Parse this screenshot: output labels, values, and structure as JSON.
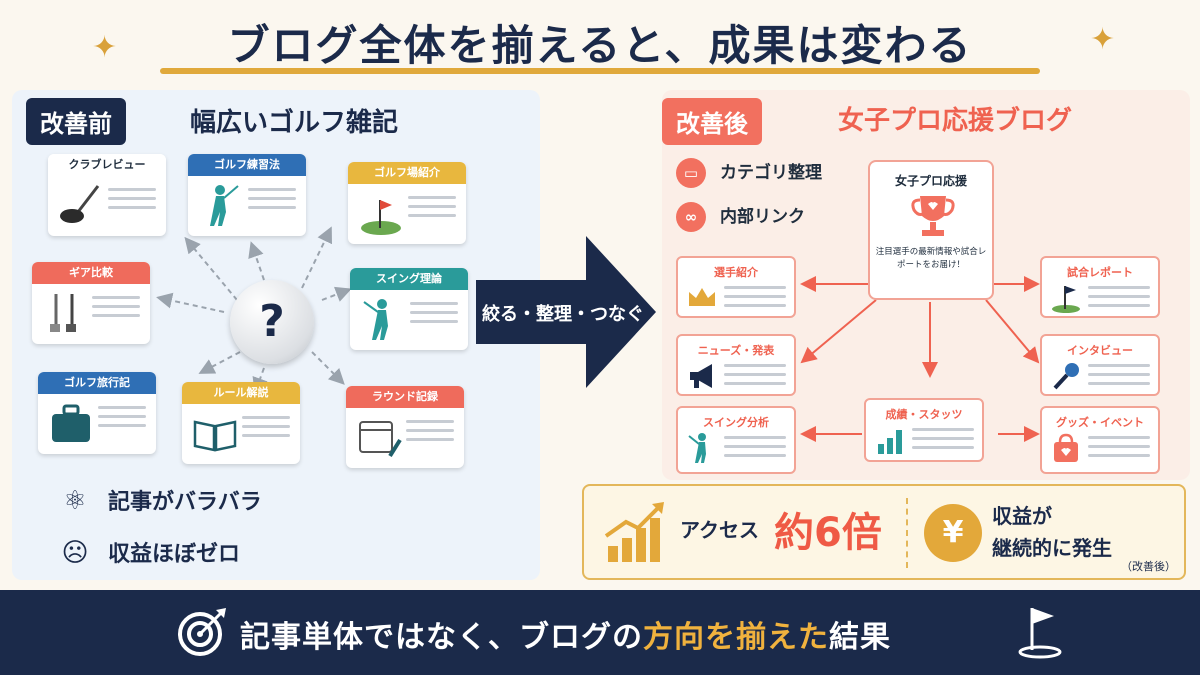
{
  "title": "ブログ全体を揃えると、成果は変わる",
  "before": {
    "badge": "改善前",
    "heading": "幅広いゴルフ雑記",
    "center_mark": "?",
    "cards": [
      {
        "label": "クラブレビュー",
        "color": "#ffffff",
        "icon": "golf-driver-icon"
      },
      {
        "label": "ゴルフ練習法",
        "color": "#2f6fb5",
        "icon": "golfer-swing-icon"
      },
      {
        "label": "ゴルフ場紹介",
        "color": "#e8b73e",
        "icon": "golf-course-flag-icon"
      },
      {
        "label": "ギア比較",
        "color": "#ef6b5c",
        "icon": "golf-irons-icon"
      },
      {
        "label": "スイング理論",
        "color": "#2a9b9a",
        "icon": "golfer-swing-icon"
      },
      {
        "label": "ゴルフ旅行記",
        "color": "#2f6fb5",
        "icon": "suitcase-icon"
      },
      {
        "label": "ルール解説",
        "color": "#e8b73e",
        "icon": "open-book-icon"
      },
      {
        "label": "ラウンド記録",
        "color": "#ef6b5c",
        "icon": "calendar-pencil-icon"
      }
    ],
    "status": [
      {
        "icon": "atom-scatter-icon",
        "text": "記事がバラバラ"
      },
      {
        "icon": "sad-face-icon",
        "text": "収益ほぼゼロ"
      }
    ]
  },
  "arrow_label": "絞る・整理・つなぐ",
  "after": {
    "badge": "改善後",
    "heading": "女子プロ応援ブログ",
    "legend": [
      {
        "icon": "folder-icon",
        "text": "カテゴリ整理"
      },
      {
        "icon": "link-icon",
        "text": "内部リンク"
      }
    ],
    "hub": {
      "title": "女子プロ応援",
      "description": "注目選手の最新情報や試合レポートをお届け！",
      "icon": "trophy-icon"
    },
    "cards": [
      {
        "label": "選手紹介",
        "icon": "crown-icon"
      },
      {
        "label": "試合レポート",
        "icon": "golf-flag-icon"
      },
      {
        "label": "ニューズ・発表",
        "icon": "megaphone-icon"
      },
      {
        "label": "インタビュー",
        "icon": "microphone-icon"
      },
      {
        "label": "スイング分析",
        "icon": "golfer-swing-icon"
      },
      {
        "label": "成績・スタッツ",
        "icon": "bar-chart-icon"
      },
      {
        "label": "グッズ・イベント",
        "icon": "shopping-bag-icon"
      }
    ]
  },
  "results": {
    "access_label": "アクセス",
    "access_value": "約6倍",
    "yen_symbol": "¥",
    "revenue_line1": "収益が",
    "revenue_line2": "継続的に発生",
    "revenue_note": "（改善後）"
  },
  "bottom": {
    "text_before": "記事単体ではなく、ブログの",
    "text_highlight": "方向を揃えた",
    "text_after": "結果"
  },
  "colors": {
    "navy": "#1b2a4a",
    "coral": "#f2705f",
    "gold": "#e3a83a"
  }
}
